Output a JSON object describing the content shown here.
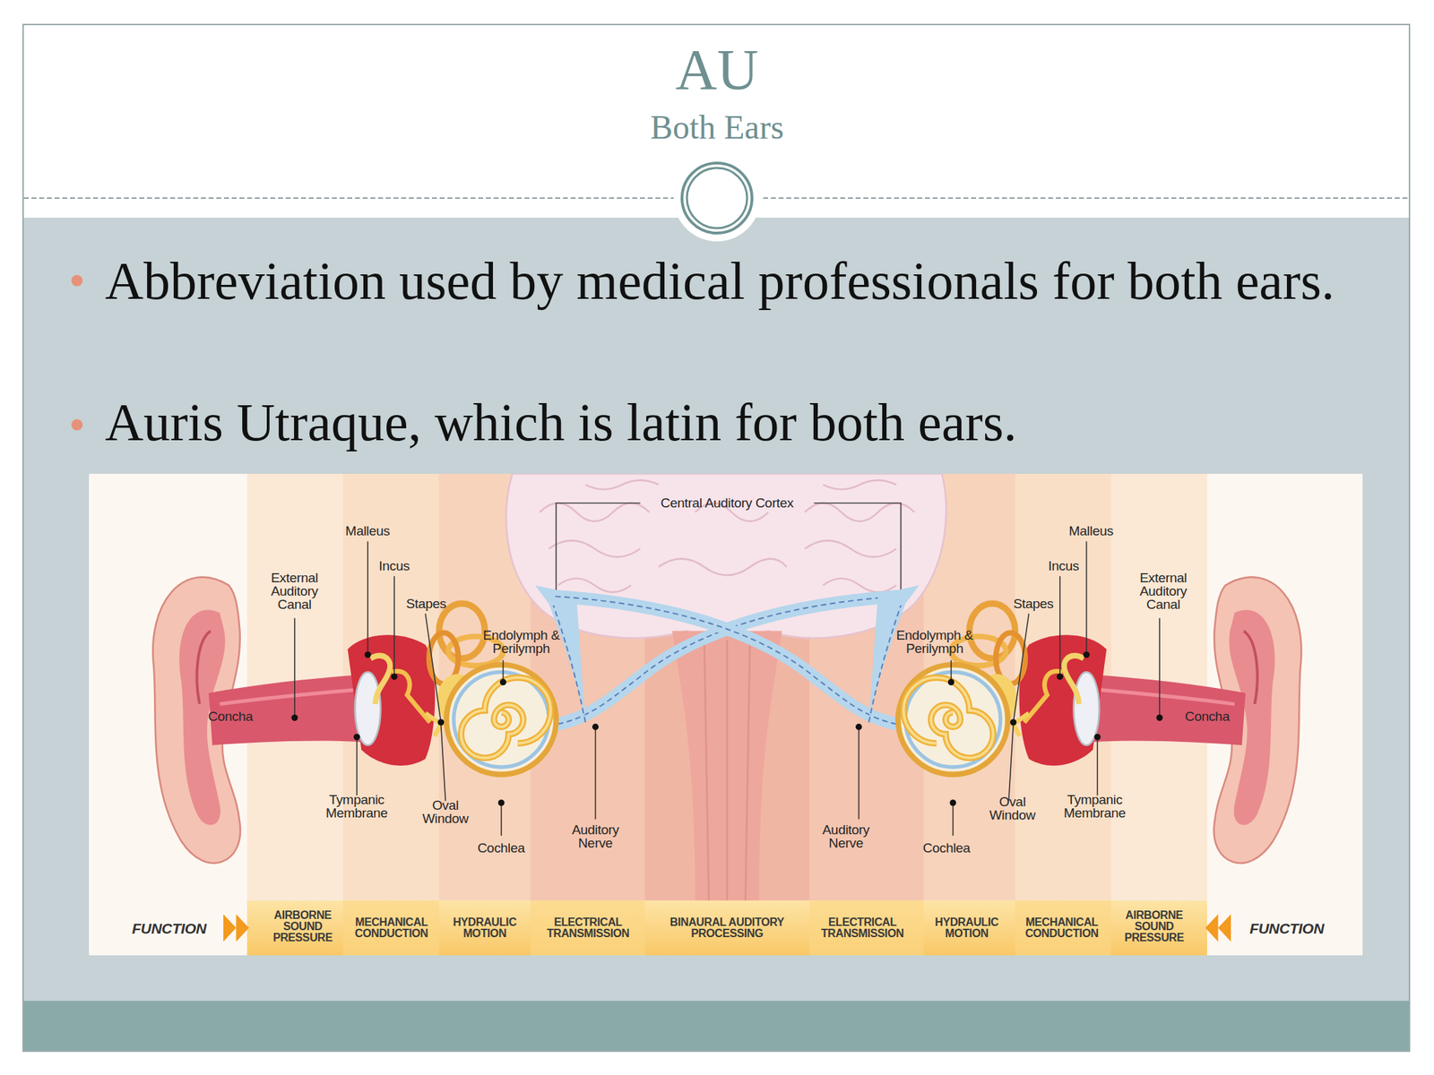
{
  "diagram": {
    "title": "AU",
    "labels": [
      "Both Ears",
      "Abbreviation used by medical professionals for both ears.",
      "Auris Utraque, which is latin for both ears.",
      "Central Auditory Cortex",
      "Malleus",
      "Malleus",
      "External Auditory Canal",
      "Incus",
      "Incus",
      "External Auditory Canal",
      "Stapes",
      "Stapes",
      "Endolymph & Perilymph",
      "Endolymph & Perilymph",
      "Concha",
      "Concha",
      "Tympanic Membrane",
      "Oval Window",
      "Oval Window",
      "Tympanic Membrane",
      "Cochlea",
      "Auditory Nerve",
      "Auditory Nerve",
      "Cochlea",
      "FUNCTION",
      "AIRBORNE SOUND PRESSURE",
      "MECHANICAL CONDUCTION",
      "HYDRAULIC MOTION",
      "ELECTRICAL TRANSMISSION",
      "BINAURAL AUDITORY PROCESSING",
      "ELECTRICAL TRANSMISSION",
      "HYDRAULIC MOTION",
      "MECHANICAL CONDUCTION",
      "AIRBORNE SOUND PRESSURE",
      "FUNCTION"
    ]
  }
}
